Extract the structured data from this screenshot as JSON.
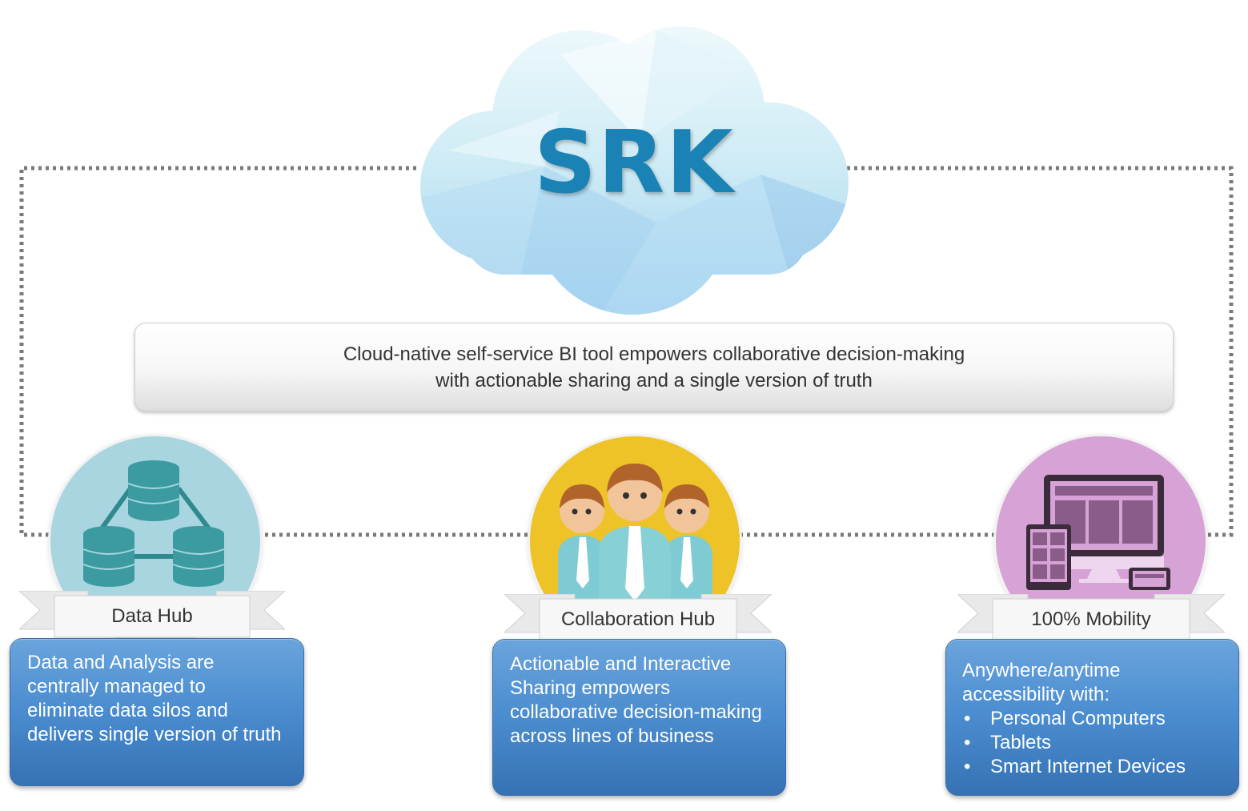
{
  "logo": {
    "text": "SRK"
  },
  "tagline": {
    "line1": "Cloud-native self-service BI tool empowers collaborative decision-making",
    "line2": "with actionable sharing and a single version of truth"
  },
  "hubs": [
    {
      "title": "Data Hub",
      "icon": "database-network-icon",
      "color": "#a8d5df",
      "text": "Data and Analysis are centrally managed to eliminate data silos and delivers single version of truth",
      "lines": [
        "Data and Analysis are",
        "centrally managed to",
        "eliminate data silos and",
        "delivers single version of truth"
      ]
    },
    {
      "title": "Collaboration Hub",
      "icon": "team-people-icon",
      "color": "#eec328",
      "lines": [
        "Actionable and Interactive",
        "Sharing empowers",
        "collaborative decision-making",
        "across lines of business"
      ]
    },
    {
      "title": "100% Mobility",
      "icon": "devices-icon",
      "color": "#d7a2d6",
      "intro": [
        "Anywhere/anytime",
        "accessibility with:"
      ],
      "bullets": [
        "Personal Computers",
        "Tablets",
        "Smart Internet Devices"
      ]
    }
  ],
  "colors": {
    "logo": "#1a82b5",
    "card": "#4a8ccf",
    "connector": "#7a7a7a"
  }
}
